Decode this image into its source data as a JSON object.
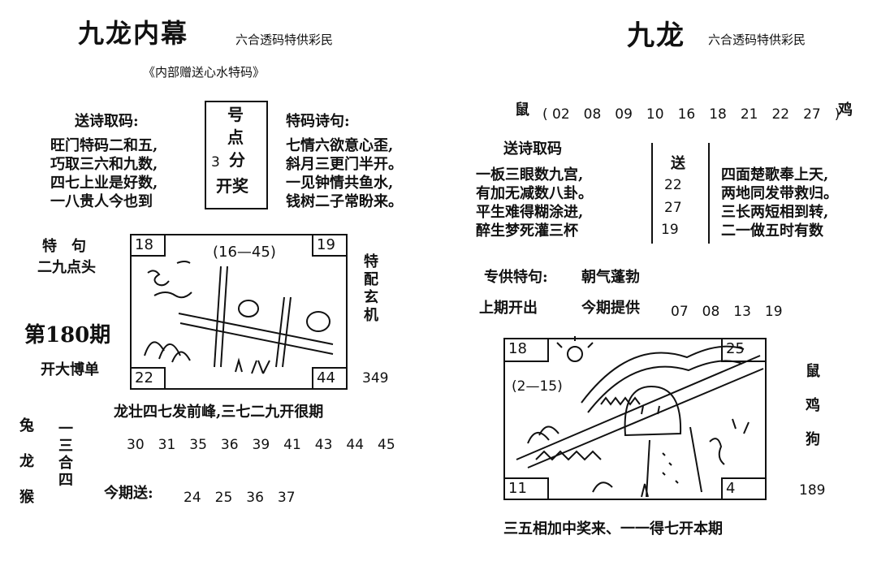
{
  "left": {
    "title": "九龙内幕",
    "slogan": "六合透码特供彩民",
    "subtitle": "《内部赠送心水特码》",
    "send_poem_label": "送诗取码:",
    "send_poem_lines": [
      "旺门特码二和五,",
      "巧取三六和九数,",
      "四七上业是好数,",
      "一八贵人今也到"
    ],
    "center_box": {
      "line1": "号",
      "line2": "点",
      "line3_num": "3",
      "line3_char": "分",
      "line4": "开奖"
    },
    "poem_label": "特码诗句:",
    "poem_lines": [
      "七情六欲意心歪,",
      "斜月三更门半开。",
      "一见钟情共鱼水,",
      "钱树二子常盼来。"
    ],
    "special_label": "特　句",
    "special_text": "二九点头",
    "issue": "第180期",
    "kaida": "开大博单",
    "picture": {
      "tl": "18",
      "tr": "19",
      "bl": "22",
      "br": "44",
      "range_text": "(16—45)"
    },
    "side_vertical": "特配玄机",
    "side_number": "349",
    "verse": "龙壮四七发前峰,三七二九开很期",
    "numbers": "30　31　35　36　39　41　43　44　45",
    "zodiac_col": [
      "兔",
      "龙",
      "猴"
    ],
    "sanhe_chars": [
      "一",
      "三",
      "合",
      "四"
    ],
    "today_label": "今期送:",
    "today_numbers": "24　25　36　37"
  },
  "right": {
    "title": "九龙",
    "slogan": "六合透码特供彩民",
    "rat_label": "鼠",
    "rat_numbers": "( 02　08　09　10　16　18　21　22　27　)",
    "rooster_label": "鸡",
    "send_poem_label": "送诗取码",
    "poem_left": [
      "一板三眼数九宫,",
      "有加无减数八卦。",
      "平生难得糊涂进,",
      "醉生梦死灌三杯"
    ],
    "center_box": {
      "head": "送",
      "n1": "22",
      "n2": "27",
      "n3": "19"
    },
    "poem_right": [
      "四面楚歌奉上天,",
      "两地同发带救归。",
      "三长两短相到转,",
      "二一做五时有数"
    ],
    "special_label": "专供特句:",
    "special_text": "朝气蓬勃",
    "last_label": "上期开出",
    "provide_label": "今期提供",
    "provide_numbers": "07　08　13　19",
    "picture": {
      "tl": "18",
      "tr": "25",
      "bl": "11",
      "br": "4",
      "range_text": "(2—15)"
    },
    "zodiacs": [
      "鼠",
      "鸡",
      "狗"
    ],
    "side_number": "189",
    "bottom_verse": "三五相加中奖来、一一得七开本期"
  }
}
